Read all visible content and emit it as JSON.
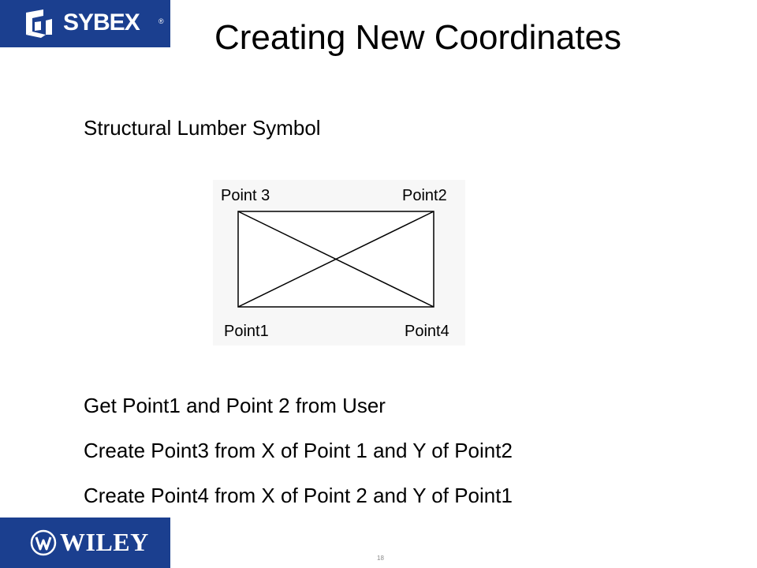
{
  "header": {
    "sybex_logo_text": "SYBEX",
    "sybex_registered": "®",
    "title": "Creating New Coordinates"
  },
  "content": {
    "subtitle": "Structural Lumber Symbol",
    "figure_labels": {
      "point3": "Point 3",
      "point2": "Point2",
      "point1": "Point1",
      "point4": "Point4"
    },
    "bullets": [
      "Get Point1 and Point 2 from User",
      "Create Point3 from X of Point 1 and Y of Point2",
      "Create Point4 from X of Point 2 and Y of Point1"
    ]
  },
  "footer": {
    "wiley_logo_text": "WILEY",
    "page_number": "18"
  },
  "colors": {
    "brand_blue": "#1b3f8f",
    "text": "#000000",
    "background": "#ffffff"
  }
}
